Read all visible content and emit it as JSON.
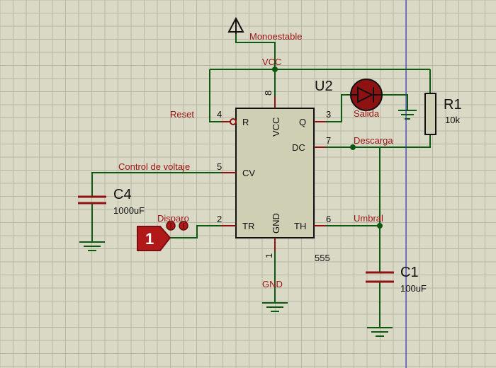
{
  "colors": {
    "background": "#d9d9c6",
    "wire": "#0b5a10",
    "component": "#8f1212",
    "chip_fill": "#cfcfb4",
    "label": "#9a1212",
    "cursor_line": "#1b1bcc"
  },
  "icons": [
    "terminal-arrow-icon",
    "ground-icon",
    "diode-icon",
    "resistor-icon",
    "capacitor-icon",
    "input-terminal-icon"
  ],
  "chip": {
    "ref": "U2",
    "part": "555",
    "pins": {
      "reset": {
        "num": "4",
        "name": "R"
      },
      "vcc": {
        "num": "8",
        "name": "VCC"
      },
      "q": {
        "num": "3",
        "name": "Q"
      },
      "dc": {
        "num": "7",
        "name": "DC"
      },
      "cv": {
        "num": "5",
        "name": "CV"
      },
      "tr": {
        "num": "2",
        "name": "TR"
      },
      "gnd": {
        "num": "1",
        "name": "GND"
      },
      "th": {
        "num": "6",
        "name": "TH"
      }
    }
  },
  "nets": {
    "monoestable": "Monoestable",
    "vcc": "VCC",
    "reset": "Reset",
    "salida": "Salida",
    "descarga": "Descarga",
    "control": "Control de voltaje",
    "disparo": "Disparo",
    "umbral": "Umbral",
    "gnd": "GND"
  },
  "components": {
    "r1": {
      "ref": "R1",
      "value": "10k"
    },
    "c4": {
      "ref": "C4",
      "value": "1000uF"
    },
    "c1": {
      "ref": "C1",
      "value": "100uF"
    },
    "input_terminal": {
      "number": "1"
    }
  }
}
